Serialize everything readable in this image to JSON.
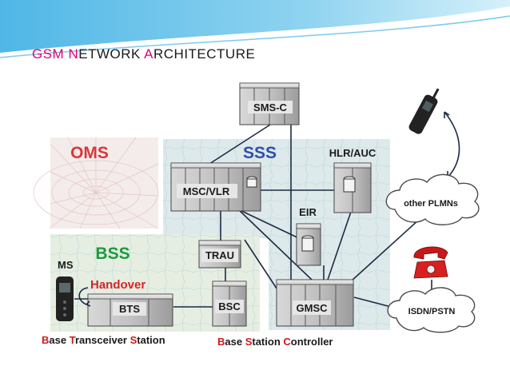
{
  "slide": {
    "title_parts": [
      "GSM ",
      "N",
      "etwork ",
      "A",
      "rchitecture"
    ]
  },
  "diagram": {
    "oms_label": "OMS",
    "sss_label": "SSS",
    "bss_label": "BSS",
    "sms_c_label": "SMS-C",
    "msc_vlr_label": "MSC/VLR",
    "hlr_auc_label": "HLR/AUC",
    "eir_label": "EIR",
    "trau_label": "TRAU",
    "bsc_label": "BSC",
    "bts_label": "BTS",
    "gmsc_label": "GMSC",
    "ms_label": "MS",
    "handover_label": "Handover",
    "other_plmns_label": "other PLMNs",
    "isdn_pstn_label": "ISDN/PSTN",
    "bts_caption_parts": [
      "B",
      "ase ",
      "T",
      "ransceiver ",
      "S",
      "tation"
    ],
    "bsc_caption_parts": [
      "B",
      "ase ",
      "S",
      "tation ",
      "C",
      "ontroller"
    ]
  },
  "colors": {
    "accent_pink": "#e0007a",
    "caption_red": "#cc1a1a",
    "header_blue": "#2b8fc9",
    "oms_red": "#d9363e",
    "sss_blue": "#2f4fa8",
    "bss_green": "#1c9a3c",
    "handover_red": "#d42525"
  }
}
